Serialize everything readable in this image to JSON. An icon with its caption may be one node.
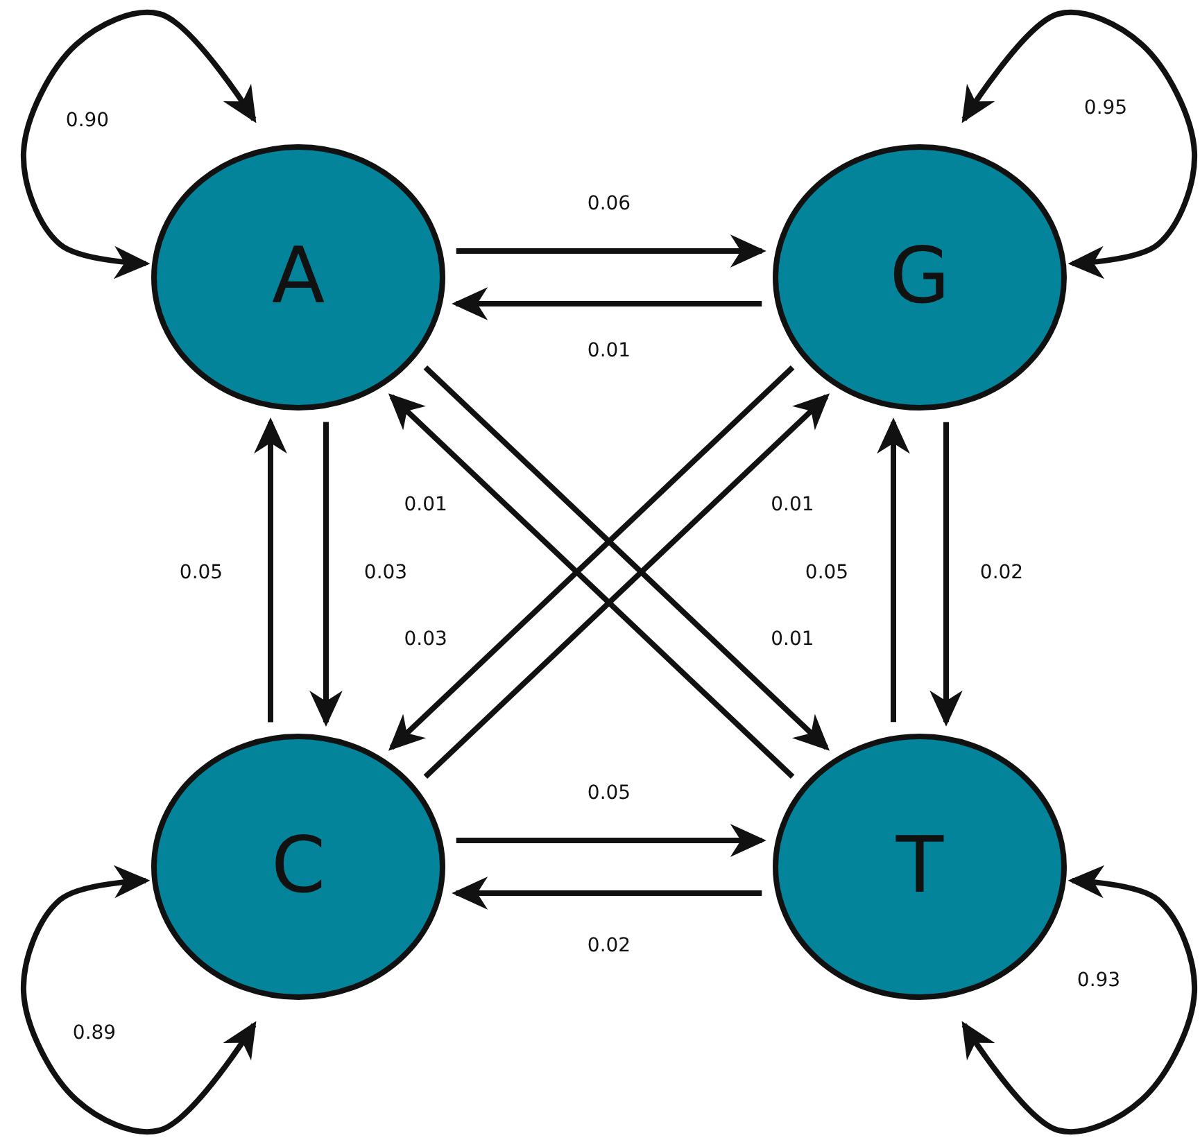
{
  "diagram": {
    "nodes": [
      {
        "text": [
          "A"
        ]
      },
      {
        "text": [
          "G"
        ]
      },
      {
        "text": [
          "C"
        ]
      },
      {
        "text": [
          "T"
        ]
      }
    ],
    "edges": [
      {
        "from": 0,
        "to": 0,
        "label": "0.90",
        "arrow": "both"
      },
      {
        "from": 1,
        "to": 1,
        "label": "0.95",
        "arrow": "both"
      },
      {
        "from": 2,
        "to": 2,
        "label": "0.89",
        "arrow": "both"
      },
      {
        "from": 3,
        "to": 3,
        "label": "0.93",
        "arrow": "both"
      },
      {
        "from": 0,
        "to": 1,
        "label": "0.06",
        "arrow": "to"
      },
      {
        "from": 1,
        "to": 0,
        "label": "0.01",
        "arrow": "to"
      },
      {
        "from": 0,
        "to": 2,
        "label": "0.03",
        "arrow": "to"
      },
      {
        "from": 2,
        "to": 0,
        "label": "0.05",
        "arrow": "to"
      },
      {
        "from": 1,
        "to": 3,
        "label": "0.02",
        "arrow": "to"
      },
      {
        "from": 3,
        "to": 1,
        "label": "0.05",
        "arrow": "to"
      },
      {
        "from": 2,
        "to": 3,
        "label": "0.05",
        "arrow": "to"
      },
      {
        "from": 3,
        "to": 2,
        "label": "0.02",
        "arrow": "to"
      },
      {
        "from": 0,
        "to": 3,
        "label": "0.01",
        "arrow": "to"
      },
      {
        "from": 3,
        "to": 0,
        "label": "0.01",
        "arrow": "to"
      },
      {
        "from": 1,
        "to": 2,
        "label": "0.03",
        "arrow": "to"
      },
      {
        "from": 2,
        "to": 1,
        "label": "0.01",
        "arrow": "to"
      }
    ]
  }
}
